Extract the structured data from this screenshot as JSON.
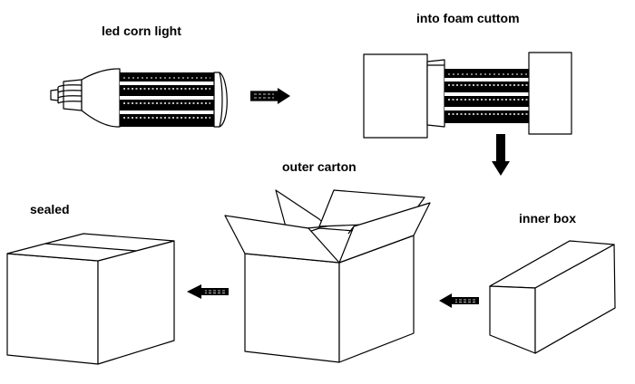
{
  "steps": {
    "corn_light": "led corn light",
    "foam": "into foam cuttom",
    "outer_carton": "outer carton",
    "inner_box": "inner box",
    "sealed": "sealed"
  },
  "colors": {
    "line": "#000000",
    "background": "#ffffff"
  }
}
